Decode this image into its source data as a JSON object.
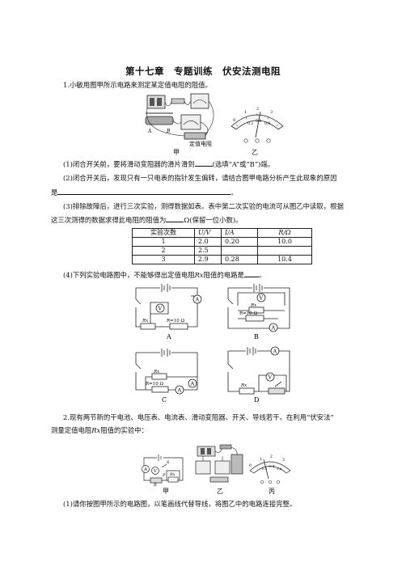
{
  "title": "第十七章　专题训练　伏安法测电阻",
  "q1": {
    "stem": "1.小敏用图甲所示电路来测定某定值电阻的阻值。",
    "fig_labels": {
      "jia": "甲",
      "yi": "乙",
      "resistor": "定值电阻",
      "A": "A",
      "B": "B"
    },
    "meter_scale": [
      "0",
      "1",
      "2",
      "3",
      "0.2",
      "0.4",
      "0.6"
    ],
    "part1_a": "(1)闭合开关前，要将滑动变阻器的滑片滑到",
    "part1_b": "(选填“A”或“B”)端。",
    "part2_a": "(2)闭合开关后，发现只有一只电表的指针发生偏转，请结合图甲电路分析产生此现象的原因",
    "part2_b": "是",
    "part2_end": "。",
    "part3_a": "(3)排除故障后，进行三次实验，测得数据如表。表中第二次实验的电流可从图乙中读取，根据",
    "part3_b": "这三次测得的数据求得此电阻的阻值为",
    "part3_c": "Ω(保留一位小数)。",
    "table": {
      "headers": [
        "实验次数",
        "U/V",
        "I/A",
        "R/Ω"
      ],
      "rows": [
        [
          "1",
          "2.0",
          "0.20",
          "10.0"
        ],
        [
          "2",
          "2.5",
          "",
          ""
        ],
        [
          "3",
          "2.9",
          "0.28",
          "10.4"
        ]
      ]
    },
    "part4_a": "(4)下列实验电路图中，不能够得出定值电阻",
    "part4_rx": "Rx",
    "part4_b": "阻值的电路是",
    "part4_end": "。",
    "circuits": {
      "A": {
        "label": "A",
        "rx": "Rx",
        "r": "R=10 Ω",
        "v": "V",
        "a": "A"
      },
      "B": {
        "label": "B",
        "rx": "Rx",
        "r": "R=10 Ω",
        "v": "V",
        "a": "A"
      },
      "C": {
        "label": "C",
        "rx": "Rx",
        "r": "R=10 Ω",
        "a1": "A",
        "a2": "A"
      },
      "D": {
        "label": "D",
        "rx": "Rx",
        "v": "V",
        "a": "A"
      }
    }
  },
  "q2": {
    "stem_a": "2.现有两节新的干电池、电压表、电流表、滑动变阻器、开关、导线若干。在利用“伏安法”",
    "stem_b": "测量定值电阻",
    "stem_rx": "Rx",
    "stem_c": "阻值的实验中：",
    "fig_labels": {
      "jia": "甲",
      "yi": "乙",
      "bing": "丙",
      "A": "A",
      "V": "V",
      "S": "S",
      "P": "P",
      "R": "R",
      "Rx": "Rx"
    },
    "meter_scale": [
      "0",
      "1",
      "2",
      "3",
      "0.2",
      "0.4",
      "0.6"
    ],
    "part1": "(1)请你按图甲所示的电路图，以笔画线代替导线，将图乙中的电路连接完整。"
  }
}
